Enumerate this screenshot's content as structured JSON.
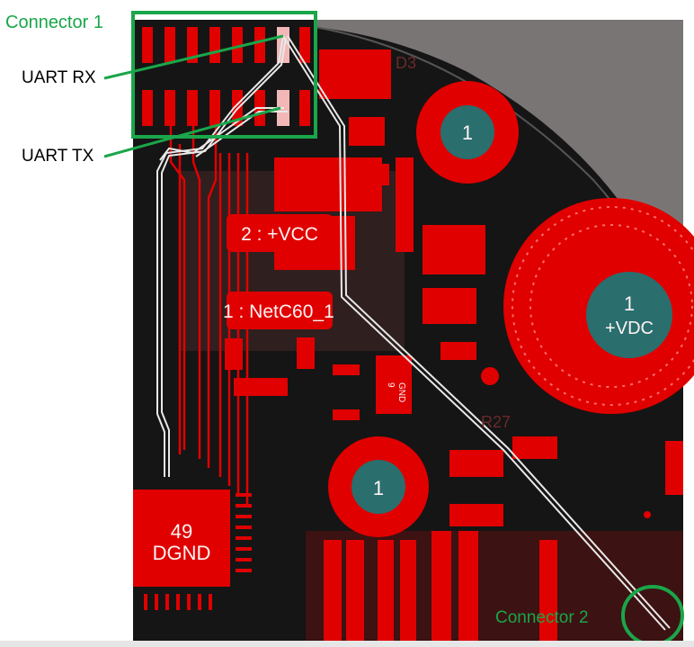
{
  "annotations": {
    "connector1_title": "Connector 1",
    "connector2_title": "Connector 2",
    "uart_rx_label": "UART RX",
    "uart_tx_label": "UART TX"
  },
  "pcb_labels": {
    "vcc_net": "2 : +VCC",
    "netc60": "1 : NetC60_1",
    "vdc_pad_number": "1",
    "vdc_pad_net": "+VDC",
    "mount_pad_top": "1",
    "mount_pad_bottom": "1",
    "dgnd_pad_number": "49",
    "dgnd_pad_net": "DGND",
    "small_gnd": "GND",
    "small_gnd_num": "9",
    "silk_d3": "D3",
    "silk_r27": "R27"
  },
  "colors": {
    "annotation_green": "#1aa64a",
    "pcb_red": "#e00000",
    "pcb_dark": "#151515",
    "board_gray": "#7a7575",
    "pad_teal": "#2a6e6e"
  }
}
